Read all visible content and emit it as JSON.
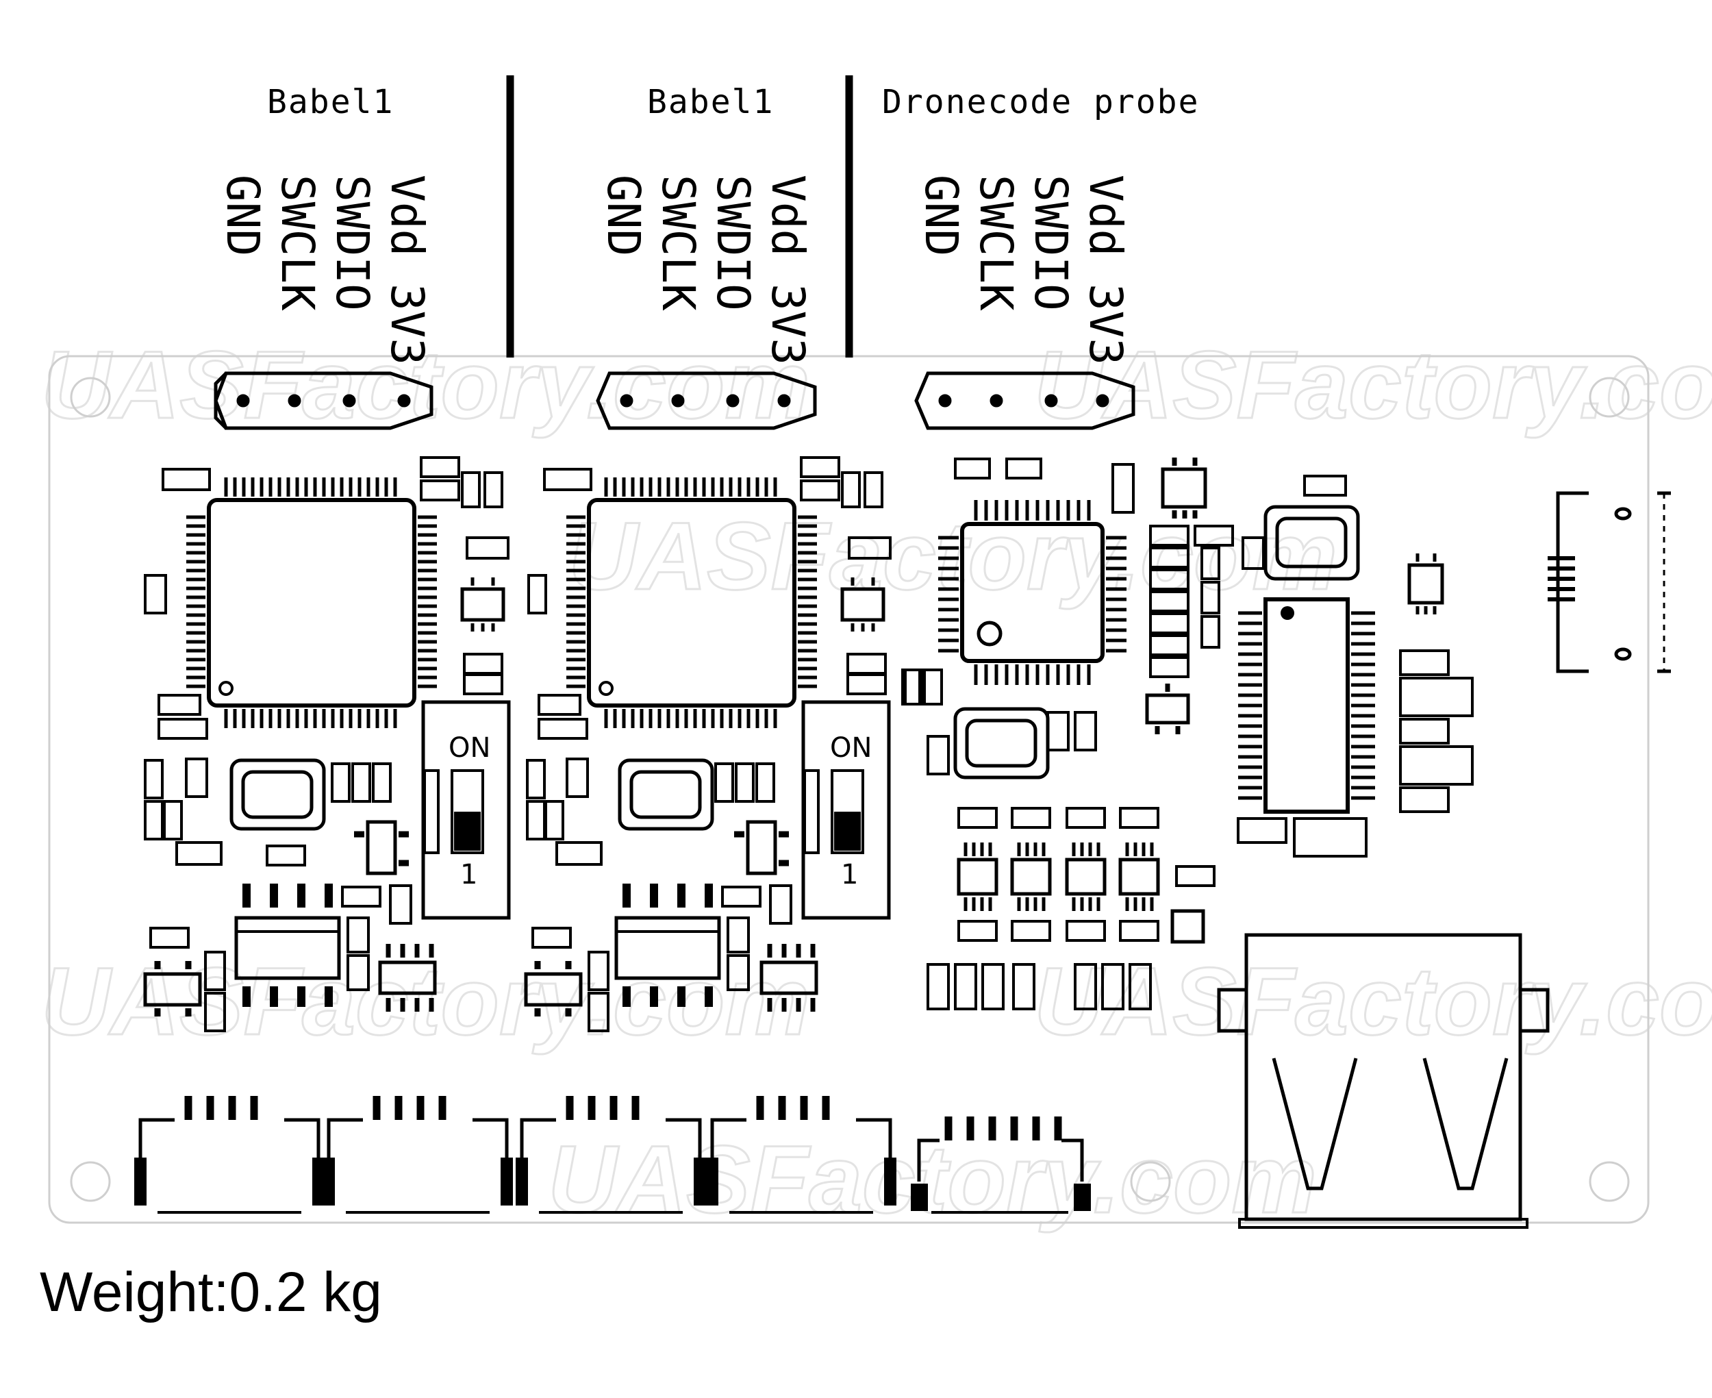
{
  "headers": [
    {
      "title": "Babel1",
      "pins": [
        "Vdd 3V3",
        "SWDIO",
        "SWCLK",
        "GND"
      ]
    },
    {
      "title": "Babel1",
      "pins": [
        "Vdd 3V3",
        "SWDIO",
        "SWCLK",
        "GND"
      ]
    },
    {
      "title": "Dronecode probe",
      "pins": [
        "Vdd 3V3",
        "SWDIO",
        "SWCLK",
        "GND"
      ]
    }
  ],
  "dip_switches": [
    {
      "on_label": "ON",
      "number_label": "1"
    },
    {
      "on_label": "ON",
      "number_label": "1"
    }
  ],
  "watermark": "UASFactory.com",
  "weight_label": "Weight:0.2 kg",
  "colors": {
    "ink": "#000000",
    "watermark": "#e3e3e3",
    "background": "#ffffff"
  }
}
